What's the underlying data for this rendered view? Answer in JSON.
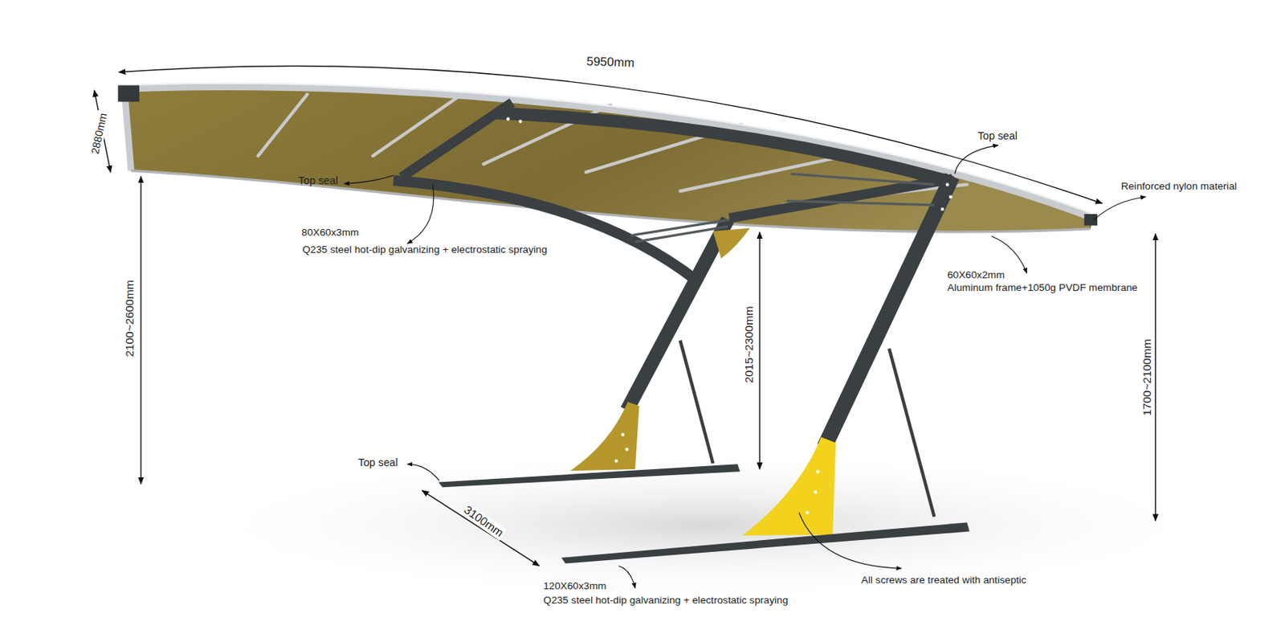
{
  "diagram": {
    "labels": [
      "5950mm",
      "2880mm",
      "Top seal",
      "Top seal",
      "Reinforced nylon material",
      "80X60x3mm",
      "Q235 steel hot-dip galvanizing + electrostatic spraying",
      "60X60x2mm",
      "Aluminum frame+1050g PVDF membrane",
      "2100~2600mm",
      "2015~2300mm",
      "1700~2100mm",
      "Top seal",
      "3100mm",
      "All screws are treated with antiseptic",
      "120X60x3mm",
      "Q235 steel hot-dip galvanizing + electrostatic spraying"
    ]
  }
}
